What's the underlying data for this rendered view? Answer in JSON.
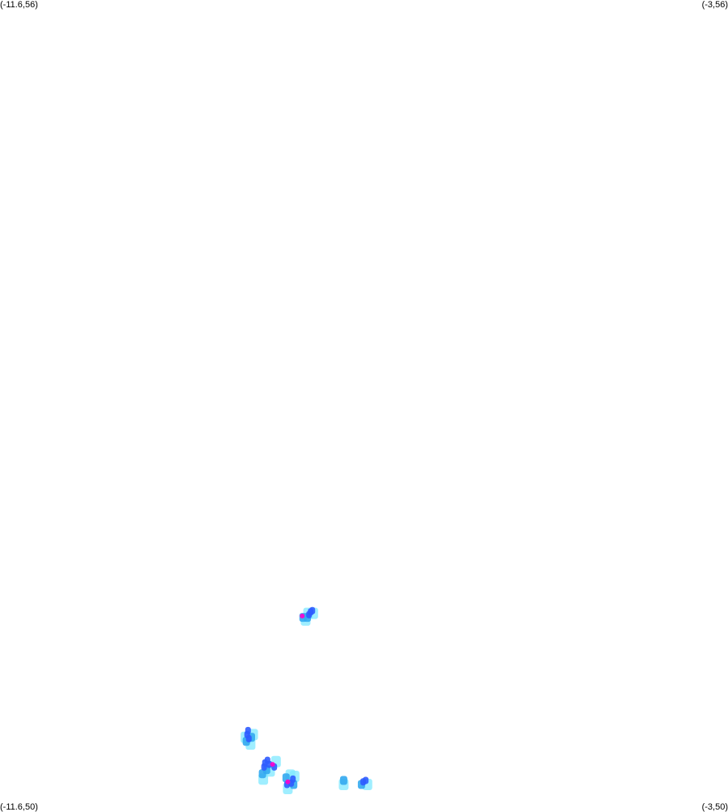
{
  "corners": {
    "top_left": "(-11.6,56)",
    "top_right": "(-3,56)",
    "bottom_left": "(-11.6,50)",
    "bottom_right": "(-3,50)"
  },
  "extent": {
    "lon_min": -11.6,
    "lon_max": -3,
    "lat_min": 50,
    "lat_max": 56
  },
  "colors": {
    "low": "#7fe8ff",
    "mid": "#33a9f0",
    "high": "#2f5cff",
    "peak": "#ff00cc",
    "background": "#ffffff"
  },
  "chart_data": {
    "type": "heatmap",
    "xlim": [
      -11.6,
      -3
    ],
    "ylim": [
      50,
      56
    ],
    "grid": false,
    "points": [
      {
        "lon": -7.95,
        "lat": 51.44,
        "level": "high"
      },
      {
        "lon": -7.93,
        "lat": 51.46,
        "level": "high"
      },
      {
        "lon": -7.97,
        "lat": 51.42,
        "level": "mid"
      },
      {
        "lon": -7.99,
        "lat": 51.4,
        "level": "low"
      },
      {
        "lon": -8.02,
        "lat": 51.42,
        "level": "mid"
      },
      {
        "lon": -8.03,
        "lat": 51.43,
        "level": "peak"
      },
      {
        "lon": -7.91,
        "lat": 51.47,
        "level": "high"
      },
      {
        "lon": -7.9,
        "lat": 51.45,
        "level": "low"
      },
      {
        "lon": -7.96,
        "lat": 51.45,
        "level": "low"
      },
      {
        "lon": -8.67,
        "lat": 50.58,
        "level": "high"
      },
      {
        "lon": -8.68,
        "lat": 50.55,
        "level": "high"
      },
      {
        "lon": -8.66,
        "lat": 50.52,
        "level": "high"
      },
      {
        "lon": -8.69,
        "lat": 50.5,
        "level": "mid"
      },
      {
        "lon": -8.63,
        "lat": 50.53,
        "level": "mid"
      },
      {
        "lon": -8.61,
        "lat": 50.55,
        "level": "low"
      },
      {
        "lon": -8.64,
        "lat": 50.48,
        "level": "low"
      },
      {
        "lon": -8.7,
        "lat": 50.53,
        "level": "low"
      },
      {
        "lon": -8.47,
        "lat": 50.34,
        "level": "high"
      },
      {
        "lon": -8.44,
        "lat": 50.36,
        "level": "high"
      },
      {
        "lon": -8.48,
        "lat": 50.31,
        "level": "high"
      },
      {
        "lon": -8.42,
        "lat": 50.33,
        "level": "high"
      },
      {
        "lon": -8.38,
        "lat": 50.33,
        "level": "peak"
      },
      {
        "lon": -8.36,
        "lat": 50.31,
        "level": "high"
      },
      {
        "lon": -8.45,
        "lat": 50.29,
        "level": "mid"
      },
      {
        "lon": -8.5,
        "lat": 50.26,
        "level": "mid"
      },
      {
        "lon": -8.49,
        "lat": 50.22,
        "level": "low"
      },
      {
        "lon": -8.34,
        "lat": 50.35,
        "level": "low"
      },
      {
        "lon": -8.41,
        "lat": 50.28,
        "level": "low"
      },
      {
        "lon": -8.2,
        "lat": 50.2,
        "level": "peak"
      },
      {
        "lon": -8.21,
        "lat": 50.18,
        "level": "high"
      },
      {
        "lon": -8.16,
        "lat": 50.19,
        "level": "high"
      },
      {
        "lon": -8.14,
        "lat": 50.22,
        "level": "high"
      },
      {
        "lon": -8.13,
        "lat": 50.18,
        "level": "mid"
      },
      {
        "lon": -8.22,
        "lat": 50.23,
        "level": "mid"
      },
      {
        "lon": -8.2,
        "lat": 50.15,
        "level": "low"
      },
      {
        "lon": -8.17,
        "lat": 50.25,
        "level": "low"
      },
      {
        "lon": -8.12,
        "lat": 50.24,
        "level": "low"
      },
      {
        "lon": -7.54,
        "lat": 50.21,
        "level": "mid"
      },
      {
        "lon": -7.54,
        "lat": 50.18,
        "level": "low"
      },
      {
        "lon": -7.31,
        "lat": 50.2,
        "level": "high"
      },
      {
        "lon": -7.28,
        "lat": 50.21,
        "level": "high"
      },
      {
        "lon": -7.33,
        "lat": 50.18,
        "level": "mid"
      },
      {
        "lon": -7.26,
        "lat": 50.18,
        "level": "low"
      }
    ]
  }
}
